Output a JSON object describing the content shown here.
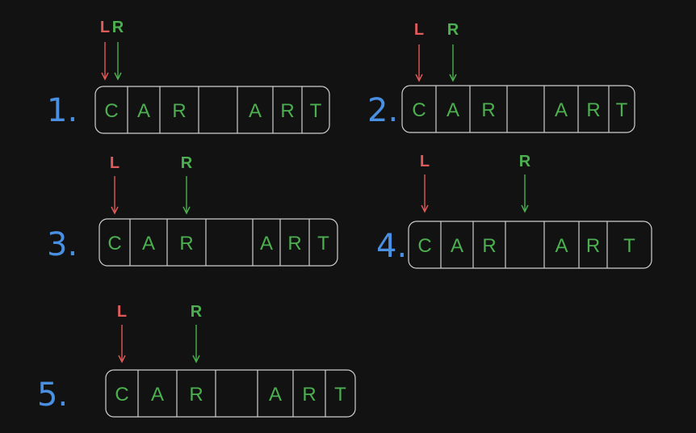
{
  "colors": {
    "background": "#121212",
    "box": "#cfcfcf",
    "cell_text": "#4caf50",
    "step_number": "#4a90e2",
    "left_pointer": "#e05a5a",
    "right_pointer": "#4caf50"
  },
  "pointer_labels": {
    "left": "L",
    "right": "R"
  },
  "steps": [
    {
      "label": "1.",
      "cells": [
        "C",
        "A",
        "R",
        " ",
        "A",
        "R",
        "T"
      ],
      "left_index": 0,
      "right_index": 0
    },
    {
      "label": "2.",
      "cells": [
        "C",
        "A",
        "R",
        " ",
        "A",
        "R",
        "T"
      ],
      "left_index": 0,
      "right_index": 1
    },
    {
      "label": "3.",
      "cells": [
        "C",
        "A",
        "R",
        " ",
        "A",
        "R",
        "T"
      ],
      "left_index": 0,
      "right_index": 2
    },
    {
      "label": "4.",
      "cells": [
        "C",
        "A",
        "R",
        " ",
        "A",
        "R",
        "T"
      ],
      "left_index": 0,
      "right_index": 3
    },
    {
      "label": "5.",
      "cells": [
        "C",
        "A",
        "R",
        " ",
        "A",
        "R",
        "T"
      ],
      "left_index": 0,
      "right_index": 2
    }
  ]
}
